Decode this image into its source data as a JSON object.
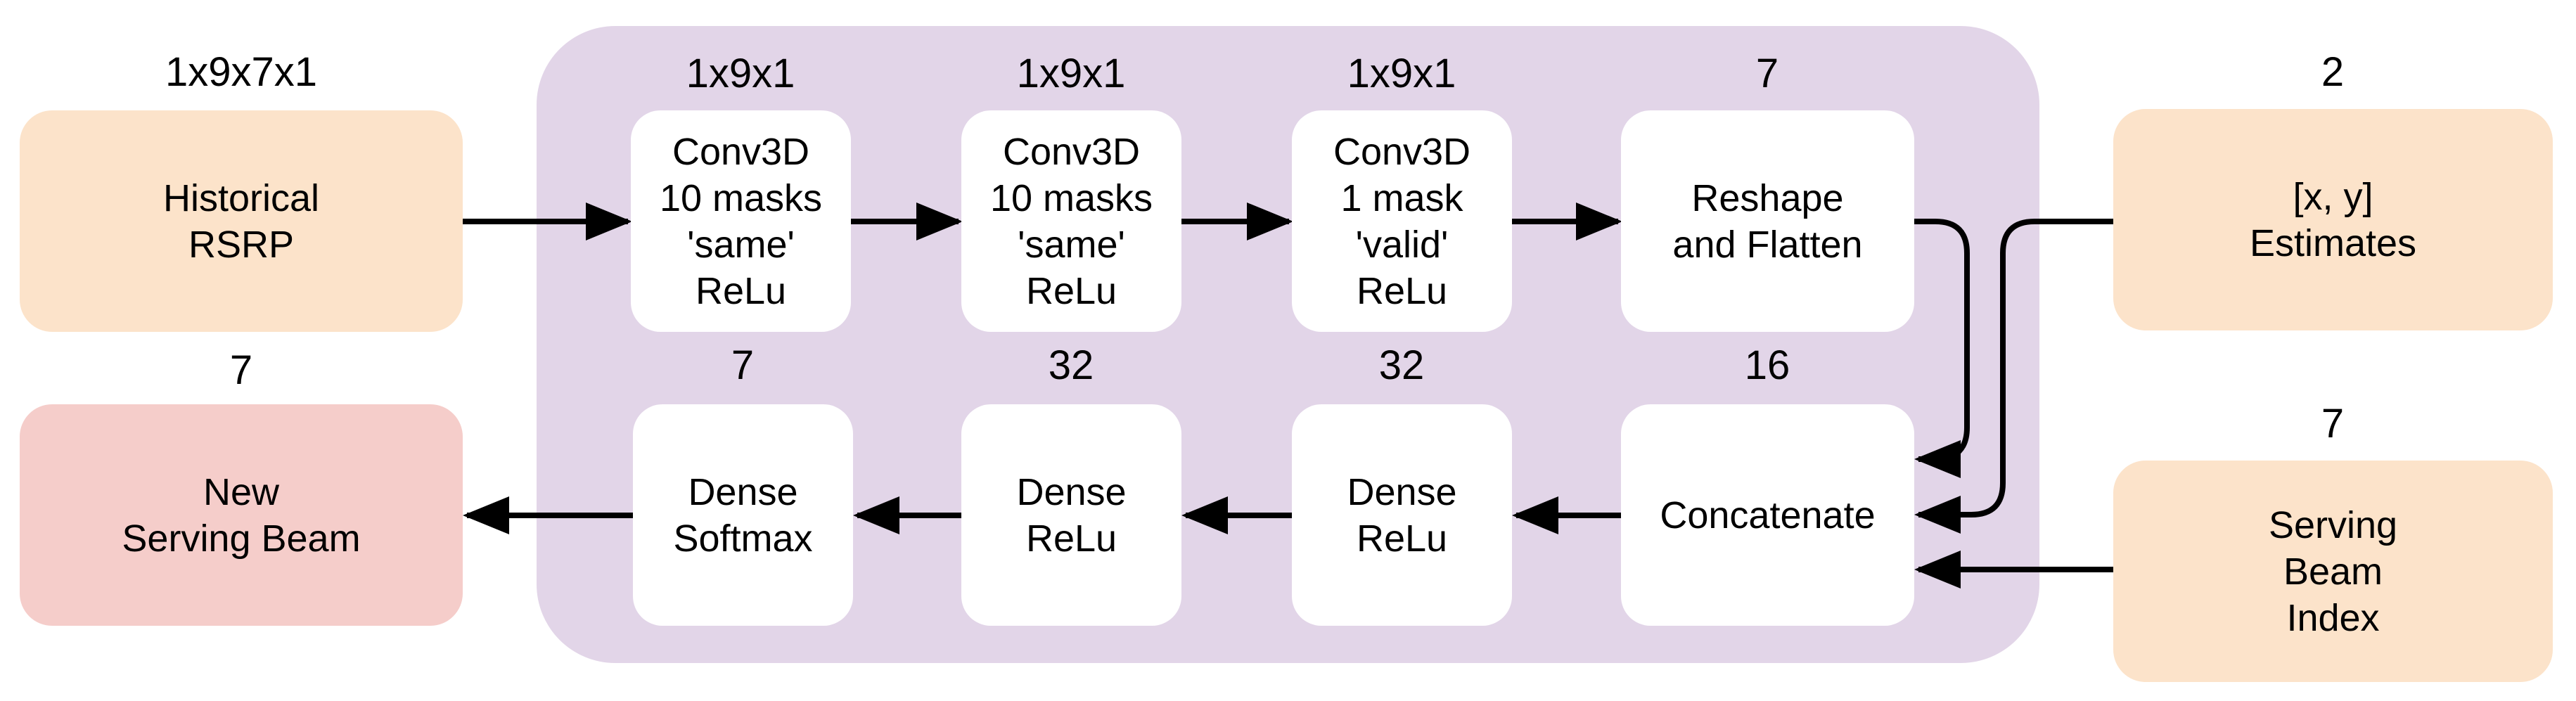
{
  "diagram": {
    "inputs": {
      "historical": {
        "dim": "1x9x7x1",
        "label": "Historical\nRSRP"
      },
      "estimates": {
        "dim": "2",
        "label": "[x, y]\nEstimates"
      },
      "serving_beam": {
        "dim": "7",
        "label": "Serving\nBeam\nIndex"
      }
    },
    "output": {
      "new_serving_beam": {
        "dim": "7",
        "label": "New\nServing Beam"
      }
    },
    "network": {
      "top_row": [
        {
          "id": "conv1",
          "dim": "1x9x1",
          "label": "Conv3D\n10 masks\n'same'\nReLu"
        },
        {
          "id": "conv2",
          "dim": "1x9x1",
          "label": "Conv3D\n10 masks\n'same'\nReLu"
        },
        {
          "id": "conv3",
          "dim": "1x9x1",
          "label": "Conv3D\n1 mask\n'valid'\nReLu"
        },
        {
          "id": "reshape",
          "dim": "7",
          "label": "Reshape\nand Flatten"
        }
      ],
      "bottom_row": [
        {
          "id": "softmax",
          "dim": "7",
          "label": "Dense\nSoftmax"
        },
        {
          "id": "dense_relu_1",
          "dim": "32",
          "label": "Dense\nReLu"
        },
        {
          "id": "dense_relu_2",
          "dim": "32",
          "label": "Dense\nReLu"
        },
        {
          "id": "concatenate",
          "dim": "16",
          "label": "Concatenate"
        }
      ]
    },
    "colors": {
      "input_fill": "#FCE3CA",
      "output_fill": "#F5CDCA",
      "container_fill": "#E2D5E8",
      "block_fill": "#FFFFFF",
      "line": "#000000"
    }
  }
}
